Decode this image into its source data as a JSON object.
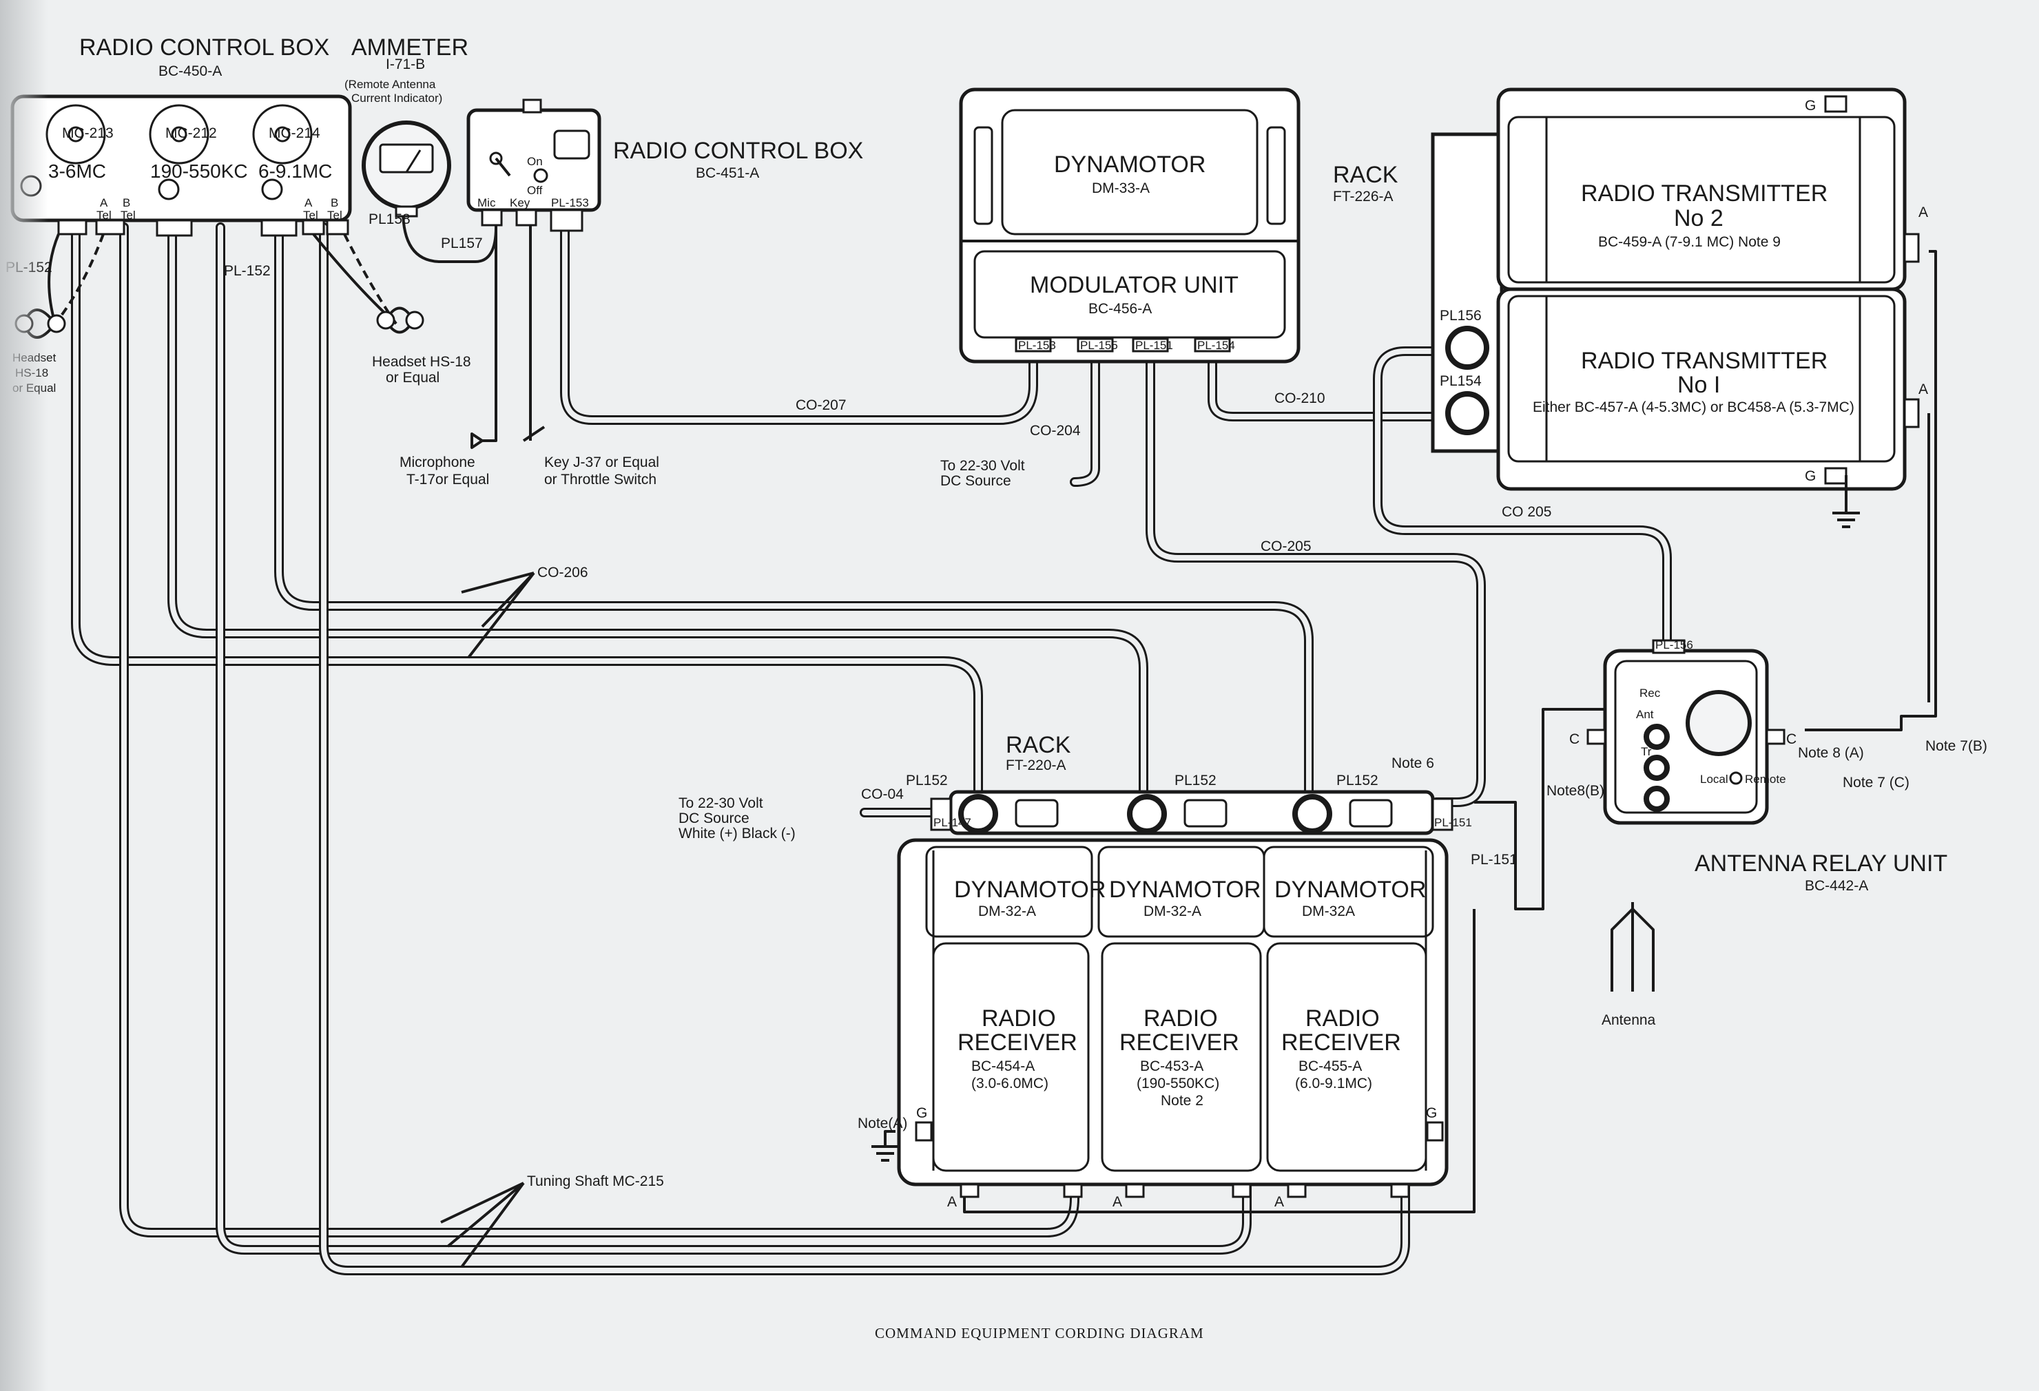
{
  "control_box_450": {
    "title": "RADIO CONTROL BOX",
    "model": "BC-450-A",
    "dials": [
      "MC-213",
      "MC-212",
      "MC-214"
    ],
    "ranges": [
      "3-6MC",
      "190-550KC",
      "6-9.1MC"
    ],
    "jacks_left": [
      "A",
      "B",
      "Tel",
      "Tel"
    ],
    "jacks_right": [
      "A",
      "B",
      "Tel",
      "Tel"
    ],
    "plug_left": "PL-152",
    "plug_mid": "PL-152"
  },
  "ammeter": {
    "title": "AMMETER",
    "model": "I-71-B",
    "desc1": "(Remote Antenna",
    "desc2": "Current Indicator)",
    "plug": "PL158"
  },
  "control_box_451": {
    "title": "RADIO CONTROL BOX",
    "model": "BC-451-A",
    "switch_on": "On",
    "switch_off": "Off",
    "jack_mic": "Mic",
    "jack_key": "Key",
    "plug_tag": "PL-153",
    "cable": "PL157"
  },
  "headset_left": [
    "Headset",
    "HS-18",
    "or Equal"
  ],
  "headset_right": [
    "Headset HS-18",
    "or Equal"
  ],
  "microphone": [
    "Microphone",
    "T-17or Equal"
  ],
  "key": [
    "Key J-37 or Equal",
    "or Throttle Switch"
  ],
  "dynamotor_33": {
    "title": "DYNAMOTOR",
    "model": "DM-33-A",
    "mod_title": "MODULATOR UNIT",
    "mod_model": "BC-456-A",
    "plugs": [
      "PL-153",
      "PL-155",
      "PL-151",
      "PL-154"
    ]
  },
  "rack_226": {
    "title": "RACK",
    "model": "FT-226-A",
    "plug_a": "PL156",
    "plug_b": "PL154"
  },
  "transmitter_2": {
    "title": "RADIO TRANSMITTER",
    "number": "No 2",
    "model": "BC-459-A (7-9.1 MC) Note 9"
  },
  "transmitter_1": {
    "title": "RADIO TRANSMITTER",
    "number": "No I",
    "model": "Either BC-457-A (4-5.3MC) or BC458-A (5.3-7MC)"
  },
  "tx_terminals": {
    "ant_top": "A",
    "ant_bottom": "A",
    "gnd_top": "G",
    "gnd_bottom": "G"
  },
  "cables": {
    "co207": "CO-207",
    "co204": "CO-204",
    "co210": "CO-210",
    "co205_a": "CO 205",
    "co205_b": "CO-205",
    "co206": "CO-206",
    "co04": "CO-04",
    "tuning": "Tuning Shaft MC-215"
  },
  "dc_source_top": [
    "To 22-30 Volt",
    "DC Source"
  ],
  "dc_source_mid": [
    "To 22-30 Volt",
    "DC Source",
    "White (+) Black (-)"
  ],
  "rack_220": {
    "title": "RACK",
    "model": "FT-220-A",
    "plugs": [
      "PL152",
      "PL152",
      "PL152"
    ],
    "left_tag": "PL-147",
    "right_tag": "PL-151",
    "pl151": "PL-151",
    "note6": "Note 6"
  },
  "receivers": [
    {
      "dyn": "DYNAMOTOR",
      "dyn_model": "DM-32-A",
      "title1": "RADIO",
      "title2": "RECEIVER",
      "model": "BC-454-A",
      "range": "(3.0-6.0MC)",
      "note": ""
    },
    {
      "dyn": "DYNAMOTOR",
      "dyn_model": "DM-32-A",
      "title1": "RADIO",
      "title2": "RECEIVER",
      "model": "BC-453-A",
      "range": "(190-550KC)",
      "note": "Note 2"
    },
    {
      "dyn": "DYNAMOTOR",
      "dyn_model": "DM-32A",
      "title1": "RADIO",
      "title2": "RECEIVER",
      "model": "BC-455-A",
      "range": "(6.0-9.1MC)",
      "note": ""
    }
  ],
  "receiver_terminals": {
    "note_a": "Note(A)",
    "g_left": "G",
    "g_right": "G",
    "a1": "A",
    "a2": "A",
    "a3": "A"
  },
  "antenna_relay": {
    "title": "ANTENNA RELAY UNIT",
    "model": "BC-442-A",
    "plug_tag": "PL-156",
    "rec": "Rec",
    "ant": "Ant",
    "tr": "Tr",
    "c_left": "C",
    "c_right": "C",
    "note8a": "Note 8 (A)",
    "note8b": "Note8(B)",
    "note7b": "Note 7(B)",
    "note7c": "Note 7 (C)",
    "local": "Local",
    "remote": "Remote",
    "antenna": "Antenna"
  },
  "caption": "COMMAND EQUIPMENT CORDING DIAGRAM"
}
